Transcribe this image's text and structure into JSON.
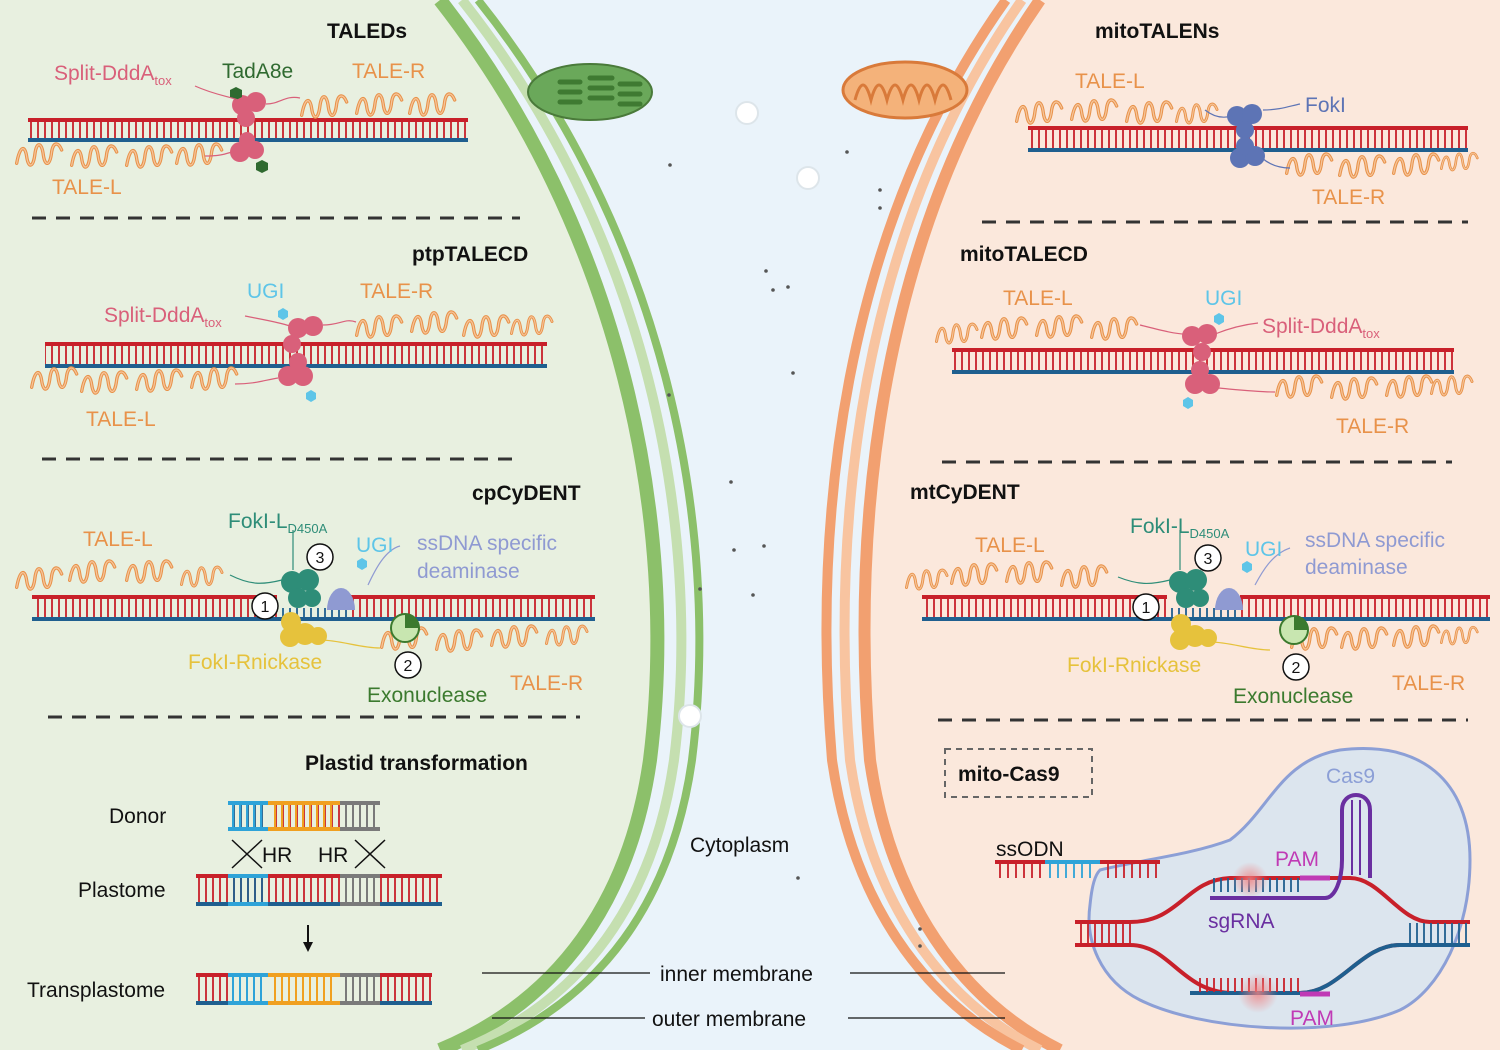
{
  "colors": {
    "chloroplast_bg": "#e8f0e0",
    "cytoplasm_bg": "#eaf3fa",
    "mito_bg": "#fbe8dc",
    "chloroplast_membrane": "#8cc06a",
    "mito_membrane": "#f2a070",
    "tale": "#e8924a",
    "dna_top": "#c8202a",
    "dna_bottom": "#1f5f8f",
    "deaminase_pink": "#d9607a",
    "tada8e": "#2f6a30",
    "ugi": "#5ec5e8",
    "foki_blue": "#5d74b5",
    "foki_teal": "#2e8d78",
    "rnickase_yellow": "#e6c23c",
    "exonuclease": "#3b7a2e",
    "ssdna_deaminase": "#8f9ad2",
    "cas9_purple": "#6a2fa0",
    "pam_magenta": "#c03ab5",
    "donor_blue": "#2ea3d8",
    "donor_orange": "#f0a020",
    "donor_gray": "#7a7a7a"
  },
  "left": {
    "taleds": {
      "title": "TALEDs",
      "split_ddda": "Split-DddA",
      "tox": "tox",
      "tada8e": "TadA8e",
      "tale_r": "TALE-R",
      "tale_l": "TALE-L"
    },
    "ptptalecd": {
      "title": "ptpTALECD",
      "ugi": "UGI",
      "tale_r": "TALE-R",
      "split_ddda": "Split-DddA",
      "tox": "tox",
      "tale_l": "TALE-L"
    },
    "cpcydent": {
      "title": "cpCyDENT",
      "tale_l": "TALE-L",
      "foki_l": "FokI-L",
      "d450a": "D450A",
      "ugi": "UGI",
      "ssdna_line1": "ssDNA specific",
      "ssdna_line2": "deaminase",
      "rnickase": "FokI-Rnickase",
      "exonuclease": "Exonuclease",
      "tale_r": "TALE-R",
      "step1": "1",
      "step2": "2",
      "step3": "3"
    },
    "plastid": {
      "title": "Plastid transformation",
      "donor": "Donor",
      "hr1": "HR",
      "hr2": "HR",
      "plastome": "Plastome",
      "transplastome": "Transplastome"
    }
  },
  "middle": {
    "cytoplasm": "Cytoplasm",
    "inner_membrane": "inner membrane",
    "outer_membrane": "outer membrane"
  },
  "right": {
    "mitotalens": {
      "title": "mitoTALENs",
      "tale_l": "TALE-L",
      "foki": "FokI",
      "tale_r": "TALE-R"
    },
    "mitotalecd": {
      "title": "mitoTALECD",
      "tale_l": "TALE-L",
      "ugi": "UGI",
      "split_ddda": "Split-DddA",
      "tox": "tox",
      "tale_r": "TALE-R"
    },
    "mtcydent": {
      "title": "mtCyDENT",
      "tale_l": "TALE-L",
      "foki_l": "FokI-L",
      "d450a": "D450A",
      "ugi": "UGI",
      "ssdna_line1": "ssDNA specific",
      "ssdna_line2": "deaminase",
      "rnickase": "FokI-Rnickase",
      "exonuclease": "Exonuclease",
      "tale_r": "TALE-R",
      "step1": "1",
      "step2": "2",
      "step3": "3"
    },
    "mitocas9": {
      "title": "mito-Cas9",
      "cas9": "Cas9",
      "ssodn": "ssODN",
      "pam_top": "PAM",
      "sgrna": "sgRNA",
      "pam_bottom": "PAM"
    }
  }
}
